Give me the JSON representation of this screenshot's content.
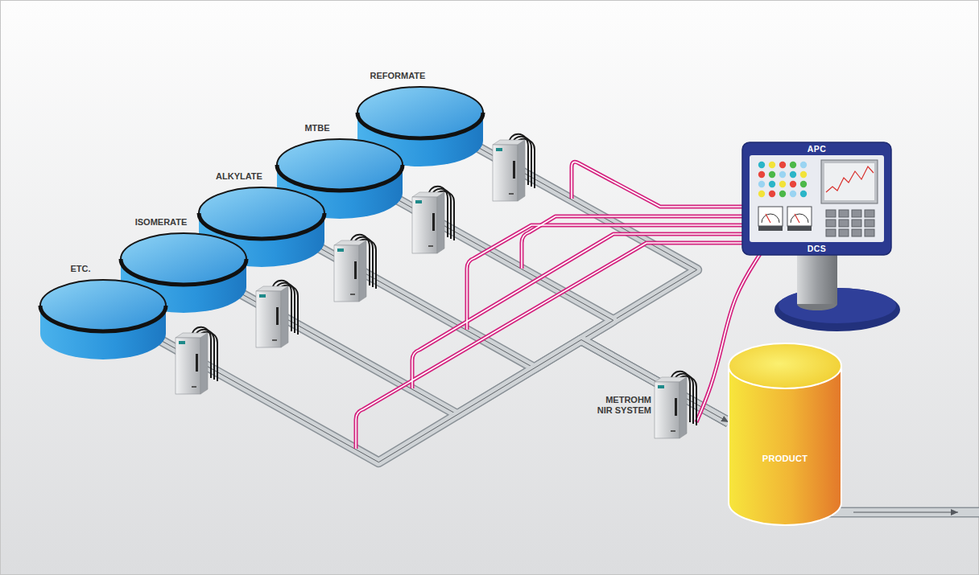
{
  "diagram": {
    "nodes": [
      {
        "text": [
          "REFORMATE"
        ]
      },
      {
        "text": [
          "MTBE"
        ]
      },
      {
        "text": [
          "ALKYLATE"
        ]
      },
      {
        "text": [
          "ISOMERATE"
        ]
      },
      {
        "text": [
          "ETC."
        ]
      },
      {
        "text": [
          "APC",
          "DCS"
        ]
      },
      {
        "text": [
          "METROHM NIR SYSTEM"
        ]
      },
      {
        "text": [
          "PRODUCT"
        ]
      }
    ],
    "edges": [
      {
        "from": 0,
        "to": 7,
        "arrow": "to"
      },
      {
        "from": 1,
        "to": 7,
        "arrow": "to"
      },
      {
        "from": 2,
        "to": 7,
        "arrow": "to"
      },
      {
        "from": 3,
        "to": 7,
        "arrow": "to"
      },
      {
        "from": 4,
        "to": 7,
        "arrow": "to"
      },
      {
        "from": 6,
        "to": 5,
        "arrow": "none"
      }
    ]
  }
}
